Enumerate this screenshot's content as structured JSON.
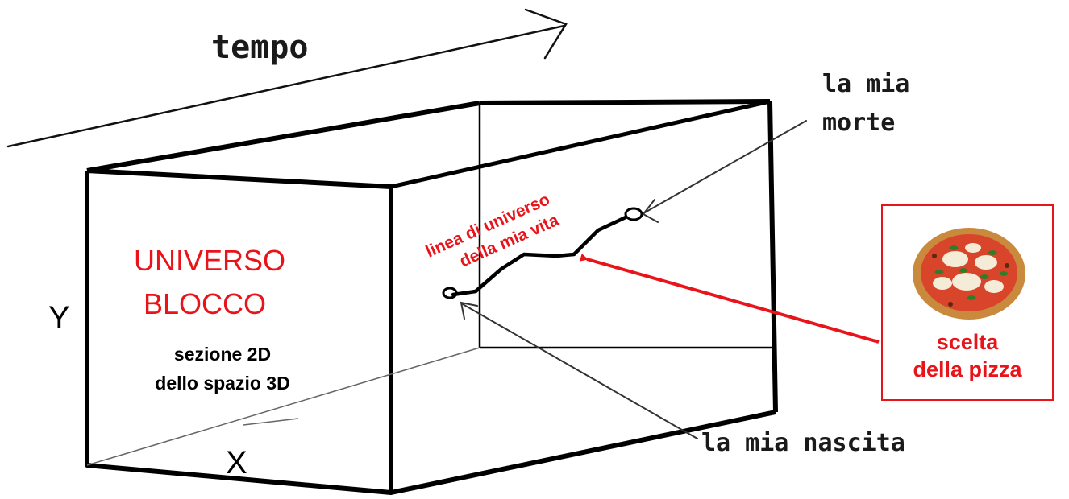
{
  "labels": {
    "tempo": "tempo",
    "morte_line1": "la mia",
    "morte_line2": "morte",
    "nascita": "la mia nascita",
    "axis_y": "Y",
    "axis_x": "X",
    "universo_line1": "UNIVERSO",
    "universo_line2": "BLOCCO",
    "sezione_line1": "sezione 2D",
    "sezione_line2": "dello spazio 3D",
    "worldline_line1": "linea di universo",
    "worldline_line2": "della mia vita",
    "pizza_line1": "scelta",
    "pizza_line2": "della pizza"
  },
  "icons": {
    "pizza": "pizza-margherita-image"
  },
  "colors": {
    "accent_red": "#e8141a",
    "line_black": "#000000"
  }
}
